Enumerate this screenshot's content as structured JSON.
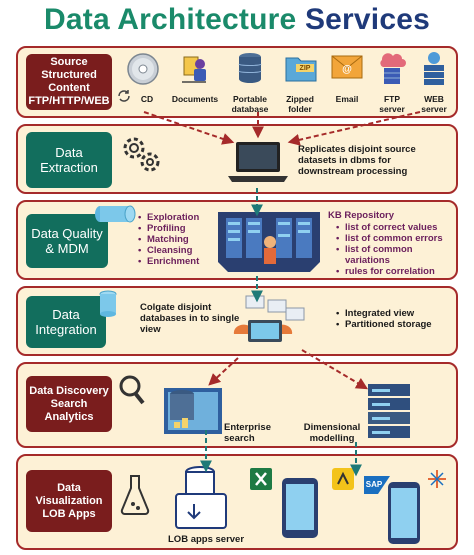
{
  "title": {
    "part1": "Data Architecture",
    "part2": "Services"
  },
  "rows": {
    "sources": {
      "label": "Source Structured Content FTP/HTTP/WEB",
      "items": [
        "CD",
        "Documents",
        "Portable database",
        "Zipped folder",
        "Email",
        "FTP server",
        "WEB server"
      ]
    },
    "extraction": {
      "label": "Data Extraction",
      "description": "Replicates disjoint source datasets in dbms for downstream processing"
    },
    "quality": {
      "label": "Data Quality & MDM",
      "bullets": [
        "Exploration",
        "Profiling",
        "Matching",
        "Cleansing",
        "Enrichment"
      ],
      "kb_title": "KB Repository",
      "kb_items": [
        "list of correct values",
        "list of common errors",
        "list of common variations",
        "rules for correlation"
      ]
    },
    "integration": {
      "label": "Data Integration",
      "description": "Colgate disjoint databases in to single view",
      "bullets": [
        "Integrated view",
        "Partitioned storage"
      ]
    },
    "discovery": {
      "label": "Data Discovery Search Analytics",
      "enterprise": "Enterprise search",
      "dimensional": "Dimensional modelling"
    },
    "visualization": {
      "label": "Data Visualization LOB Apps",
      "server": "LOB apps server",
      "zip_badge": "ZIP",
      "sap_badge": "SAP"
    }
  },
  "colors": {
    "maroon": "#7a1d1d",
    "green": "#126e5d",
    "cream": "#fdf1d6",
    "border": "#a52a2a",
    "arrow_red": "#a52a2a",
    "arrow_teal": "#1e7a78",
    "title_green": "#1a8a6a",
    "title_navy": "#1f3a7a"
  }
}
